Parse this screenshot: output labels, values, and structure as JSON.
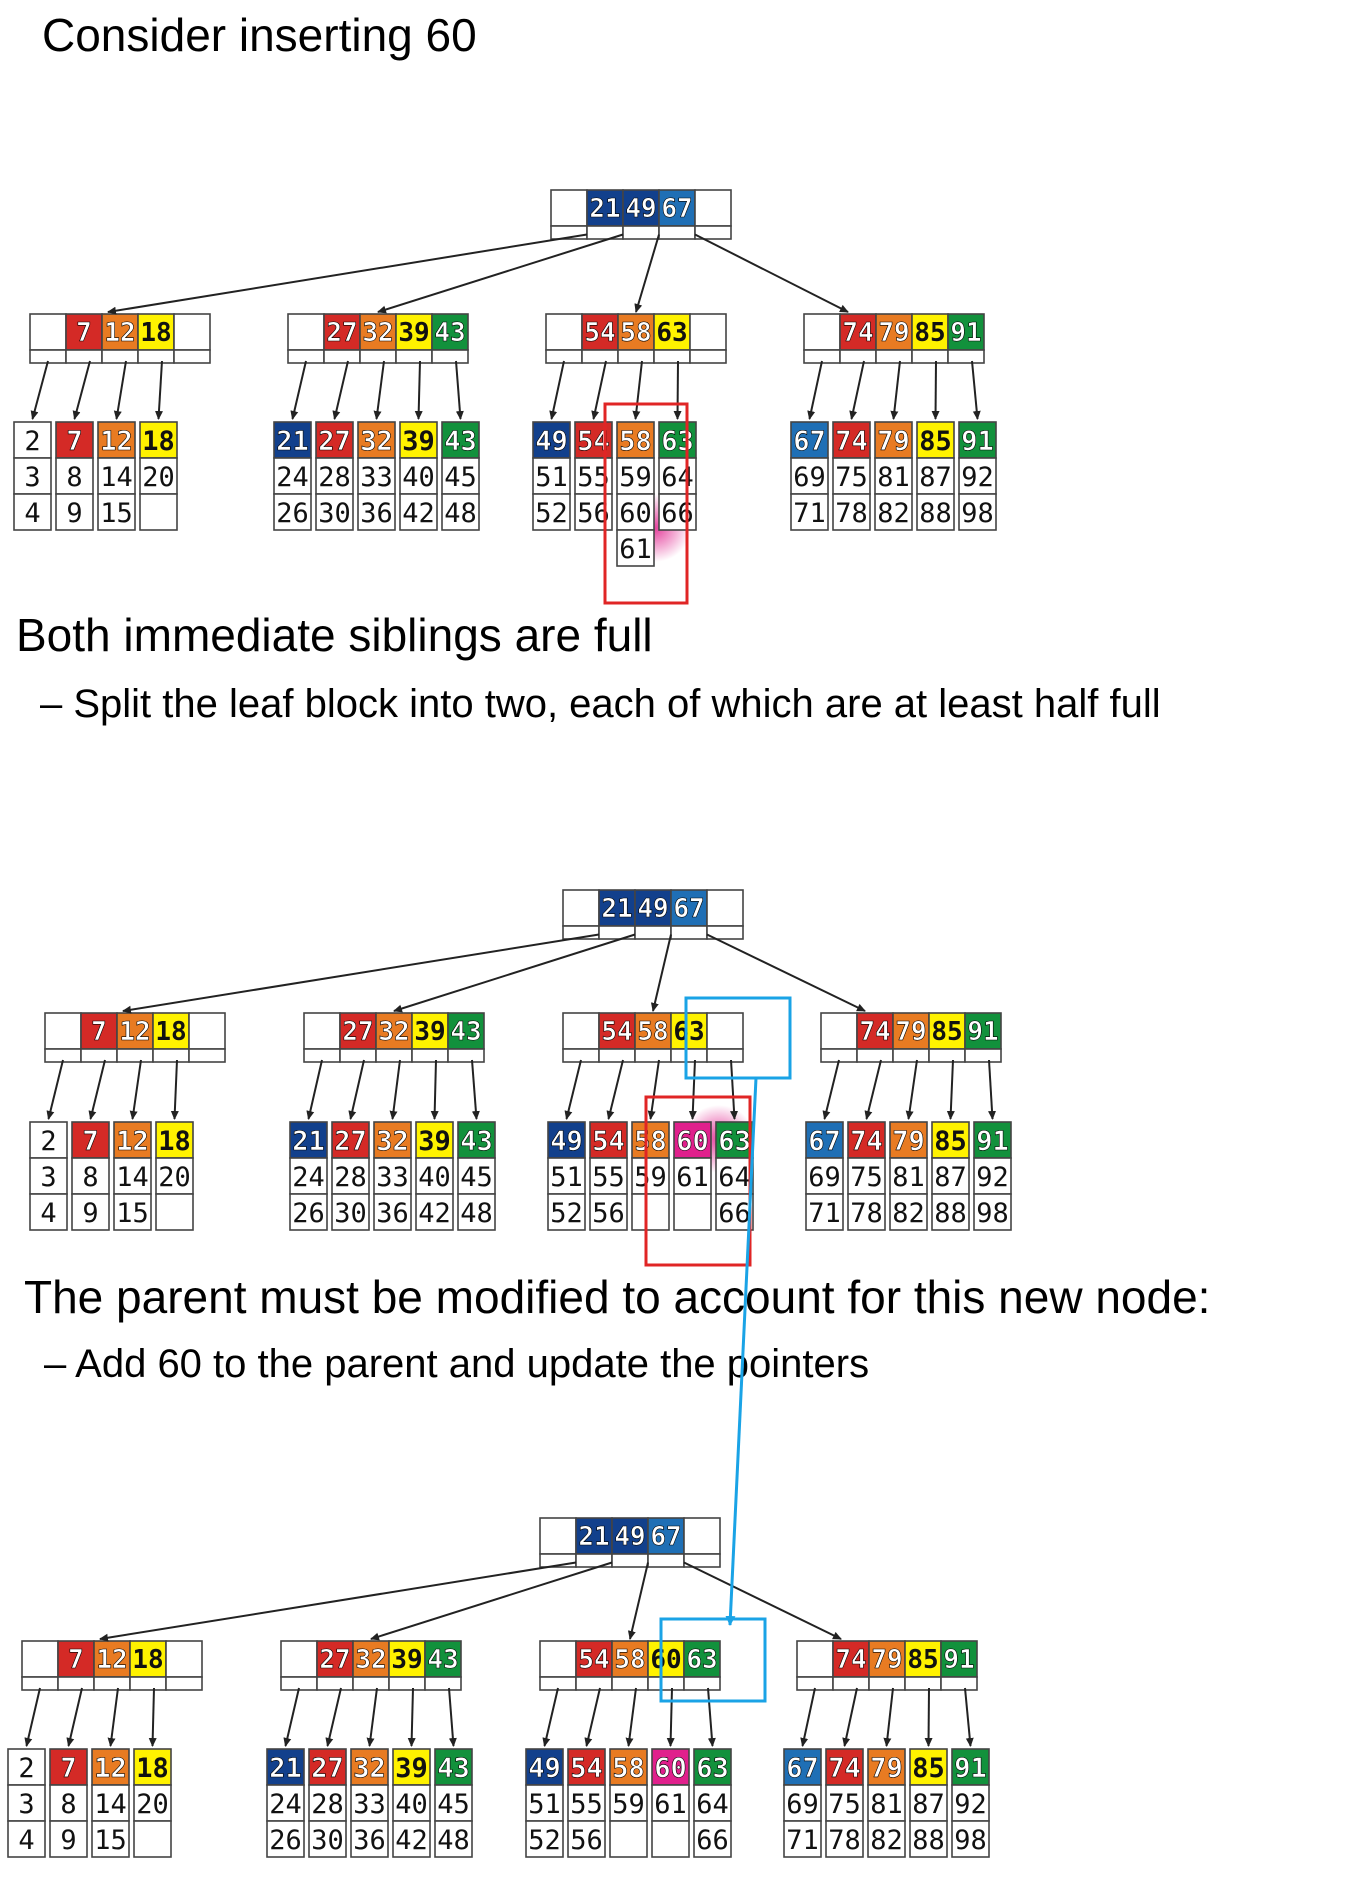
{
  "text": {
    "consider": "Consider inserting 60",
    "siblings_full": "Both immediate siblings are full",
    "split_bullet": "–  Split the leaf block into two, each of which are at least half full",
    "parent_modified": "The parent must be modified to account for this new node:",
    "add_bullet": "–  Add 60 to the parent and update the pointers"
  },
  "colors": {
    "red": "#d42a26",
    "orange": "#e87b22",
    "yellow": "#fff200",
    "green": "#12913c",
    "dark_blue": "#12408c",
    "blue": "#1f6fb5",
    "highlight_box": "#e02525",
    "cyan_box": "#1aa3e6",
    "magenta_glow": "#e0208c"
  },
  "tree_stage1": {
    "root": [
      "21",
      "49",
      "67"
    ],
    "internal": [
      [
        "7",
        "12",
        "18"
      ],
      [
        "27",
        "32",
        "39",
        "43"
      ],
      [
        "54",
        "58",
        "63"
      ],
      [
        "74",
        "79",
        "85",
        "91"
      ]
    ],
    "leaves": [
      [
        [
          "2",
          "3",
          "4"
        ],
        [
          "7",
          "8",
          "9"
        ],
        [
          "12",
          "14",
          "15"
        ],
        [
          "18",
          "20",
          ""
        ]
      ],
      [
        [
          "21",
          "24",
          "26"
        ],
        [
          "27",
          "28",
          "30"
        ],
        [
          "32",
          "33",
          "36"
        ],
        [
          "39",
          "40",
          "42"
        ],
        [
          "43",
          "45",
          "48"
        ]
      ],
      [
        [
          "49",
          "51",
          "52"
        ],
        [
          "54",
          "55",
          "56"
        ],
        [
          "58",
          "59",
          "60",
          "61"
        ],
        [
          "63",
          "64",
          "66"
        ]
      ],
      [
        [
          "67",
          "69",
          "71"
        ],
        [
          "74",
          "75",
          "78"
        ],
        [
          "79",
          "81",
          "82"
        ],
        [
          "85",
          "87",
          "88"
        ],
        [
          "91",
          "92",
          "98"
        ]
      ]
    ]
  },
  "tree_stage2": {
    "root": [
      "21",
      "49",
      "67"
    ],
    "internal": [
      [
        "7",
        "12",
        "18"
      ],
      [
        "27",
        "32",
        "39",
        "43"
      ],
      [
        "54",
        "58",
        "63"
      ],
      [
        "74",
        "79",
        "85",
        "91"
      ]
    ],
    "leaves": [
      [
        [
          "2",
          "3",
          "4"
        ],
        [
          "7",
          "8",
          "9"
        ],
        [
          "12",
          "14",
          "15"
        ],
        [
          "18",
          "20",
          ""
        ]
      ],
      [
        [
          "21",
          "24",
          "26"
        ],
        [
          "27",
          "28",
          "30"
        ],
        [
          "32",
          "33",
          "36"
        ],
        [
          "39",
          "40",
          "42"
        ],
        [
          "43",
          "45",
          "48"
        ]
      ],
      [
        [
          "49",
          "51",
          "52"
        ],
        [
          "54",
          "55",
          "56"
        ],
        [
          "58",
          "59",
          ""
        ],
        [
          "60",
          "61",
          ""
        ],
        [
          "63",
          "64",
          "66"
        ]
      ],
      [
        [
          "67",
          "69",
          "71"
        ],
        [
          "74",
          "75",
          "78"
        ],
        [
          "79",
          "81",
          "82"
        ],
        [
          "85",
          "87",
          "88"
        ],
        [
          "91",
          "92",
          "98"
        ]
      ]
    ]
  },
  "tree_stage3": {
    "root": [
      "21",
      "49",
      "67"
    ],
    "internal": [
      [
        "7",
        "12",
        "18"
      ],
      [
        "27",
        "32",
        "39",
        "43"
      ],
      [
        "54",
        "58",
        "60",
        "63"
      ],
      [
        "74",
        "79",
        "85",
        "91"
      ]
    ],
    "leaves": [
      [
        [
          "2",
          "3",
          "4"
        ],
        [
          "7",
          "8",
          "9"
        ],
        [
          "12",
          "14",
          "15"
        ],
        [
          "18",
          "20",
          ""
        ]
      ],
      [
        [
          "21",
          "24",
          "26"
        ],
        [
          "27",
          "28",
          "30"
        ],
        [
          "32",
          "33",
          "36"
        ],
        [
          "39",
          "40",
          "42"
        ],
        [
          "43",
          "45",
          "48"
        ]
      ],
      [
        [
          "49",
          "51",
          "52"
        ],
        [
          "54",
          "55",
          "56"
        ],
        [
          "58",
          "59",
          ""
        ],
        [
          "60",
          "61",
          ""
        ],
        [
          "63",
          "64",
          "66"
        ]
      ],
      [
        [
          "67",
          "69",
          "71"
        ],
        [
          "74",
          "75",
          "78"
        ],
        [
          "79",
          "81",
          "82"
        ],
        [
          "85",
          "87",
          "88"
        ],
        [
          "91",
          "92",
          "98"
        ]
      ]
    ]
  }
}
